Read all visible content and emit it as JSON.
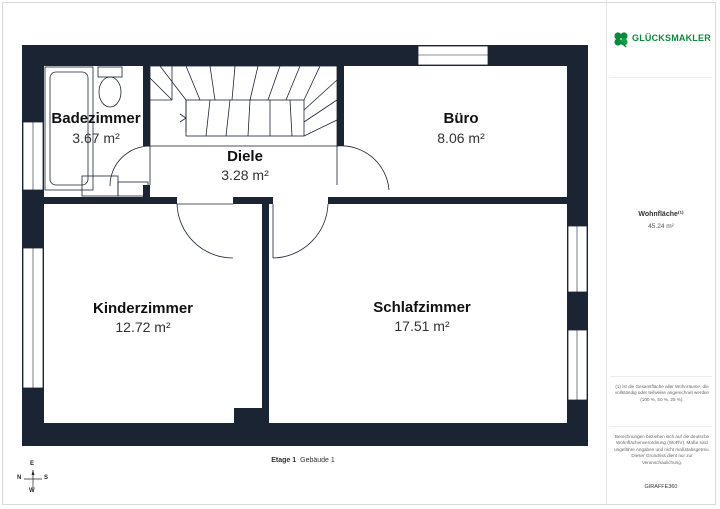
{
  "rooms": [
    {
      "name": "Badezimmer",
      "area": "3.67 m²"
    },
    {
      "name": "Diele",
      "area": "3.28 m²"
    },
    {
      "name": "Büro",
      "area": "8.06 m²"
    },
    {
      "name": "Kinderzimmer",
      "area": "12.72 m²"
    },
    {
      "name": "Schlafzimmer",
      "area": "17.51 m²"
    }
  ],
  "footer": {
    "floor": "Etage 1",
    "building": "Gebäude 1"
  },
  "compass": {
    "n": "N",
    "e": "E",
    "s": "S",
    "w": "W"
  },
  "sidebar": {
    "brand": "GLÜCKSMAKLER",
    "wohnflaeche_label": "Wohnfläche⁽¹⁾",
    "wohnflaeche_value": "45.24 m²",
    "note1": "(1) ist die Gesamtfläche aller Wohnräume, die vollständig oder teilweise angerechnet werden (100 %, 50 %, 25 %).",
    "note2": "Berechnungen beziehen sich auf die deutsche Wohnflächenverordnung (WoFlV). Maße sind ungefähre Angaben und nicht maßstabsgetreu. Dieser Grundriss dient nur zur Veranschaulichung.",
    "footer_brand": "GIRAFFE360"
  },
  "colors": {
    "wall": "#1b2433",
    "accent": "#0a8a3c"
  }
}
